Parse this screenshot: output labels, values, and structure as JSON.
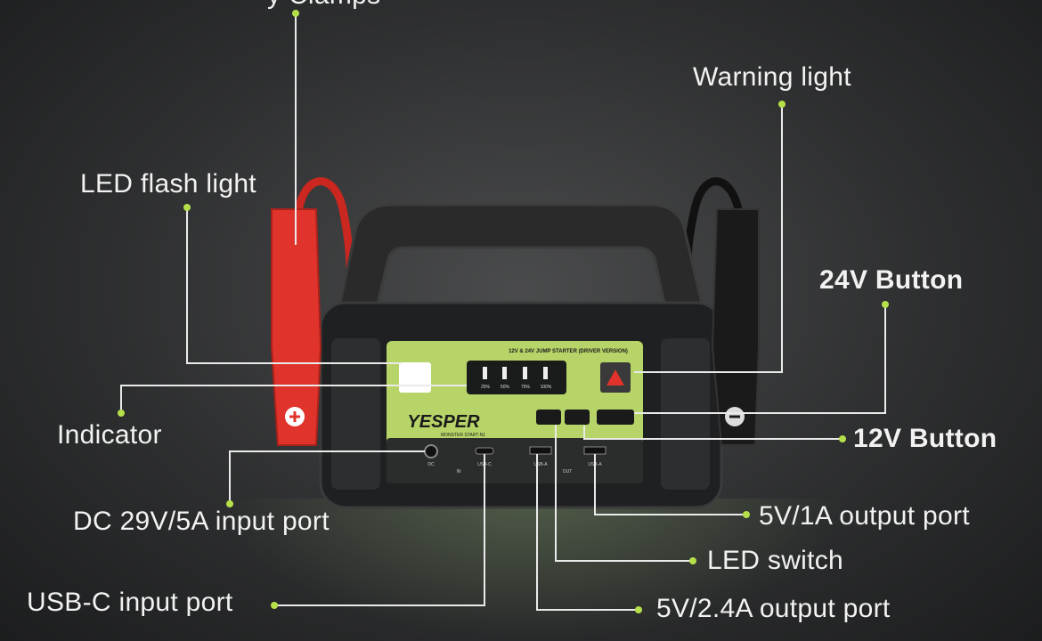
{
  "labels": {
    "top_cut": "y Clamps",
    "warning_light": "Warning light",
    "led_flash_light": "LED flash light",
    "button_24v": "24V Button",
    "indicator": "Indicator",
    "button_12v": "12V Button",
    "dc_input": "DC 29V/5A input port",
    "output_5v1a": "5V/1A output port",
    "led_switch": "LED switch",
    "usbc_input": "USB-C input port",
    "output_5v24a": "5V/2.4A output port"
  },
  "device": {
    "panel_title": "12V & 24V JUMP STARTER (DRIVER VERSION)",
    "brand": "YESPER",
    "model": "MONSTER START-N1",
    "levels": [
      "25%",
      "50%",
      "75%",
      "100%"
    ],
    "port_dc": "DC",
    "port_usbc": "USB-C",
    "port_usba_1": "USB-A",
    "port_usba_2": "USB-A",
    "in_label": "IN",
    "out_label": "OUT"
  },
  "colors": {
    "accent_green": "#b7d468",
    "dot_green": "#b6e04a",
    "red_clamp": "#e0332b",
    "black_clamp": "#1a1a1a"
  }
}
